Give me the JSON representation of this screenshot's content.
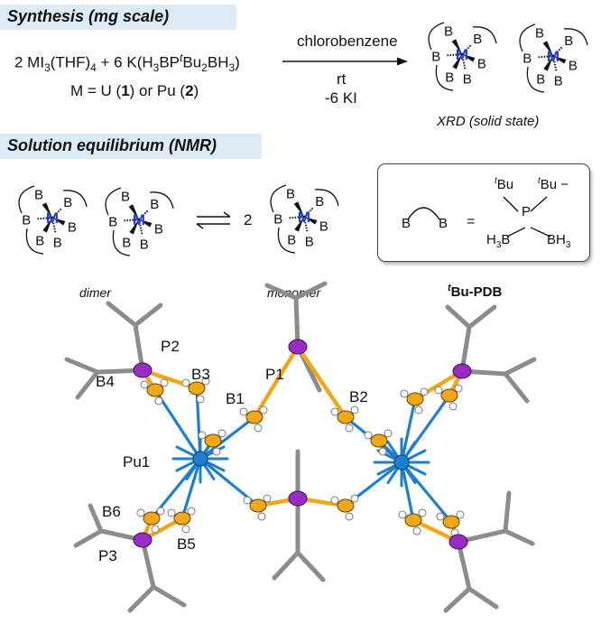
{
  "synthesis": {
    "banner": "Synthesis (mg scale)",
    "reaction_left": "2 MI3(THF)4 + 6 K(H3BPtBu2BH3)",
    "metal_line": "M = U (1) or Pu (2)",
    "arrow_top": "chlorobenzene",
    "arrow_bottom_1": "rt",
    "arrow_bottom_2": "-6 KI",
    "product_caption": "XRD (solid state)"
  },
  "equilibrium": {
    "banner": "Solution equilibrium (NMR)",
    "coefficient": "2",
    "dimer_caption": "dimer",
    "monomer_caption": "monomer",
    "ligand_caption": "tBu-PDB"
  },
  "atoms": {
    "metal": "M",
    "boron": "B",
    "phosphorus": "P",
    "hydride_B": "H3B",
    "hydride_B2": "BH3",
    "tbu": "tBu",
    "minus": "−",
    "equals": "="
  },
  "structure_labels": {
    "pu1": "Pu1",
    "b1": "B1",
    "b2": "B2",
    "b3": "B3",
    "b4": "B4",
    "b5": "B5",
    "b6": "B6",
    "p1": "P1",
    "p2": "P2",
    "p3": "P3"
  },
  "colors": {
    "banner_bg": "#dcebf6",
    "metal": "#1a3fd6",
    "plutonium": "#1e7fd0",
    "boron": "#f0a818",
    "phosphorus": "#9a2cc4",
    "carbon": "#8c8c8c",
    "hydrogen": "#ffffff"
  }
}
